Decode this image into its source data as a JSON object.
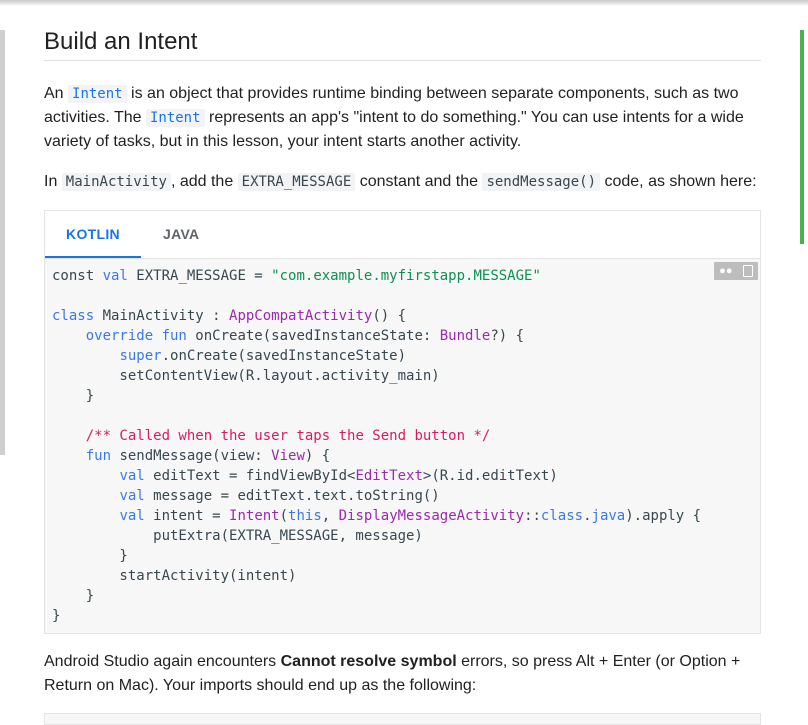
{
  "heading": "Build an Intent",
  "intro": {
    "t1": "An ",
    "c1": "Intent",
    "t2": " is an object that provides runtime binding between separate components, such as two activities. The ",
    "c2": "Intent",
    "t3": " represents an app's \"intent to do something.\" You can use intents for a wide variety of tasks, but in this lesson, your intent starts another activity."
  },
  "instruction": {
    "t1": "In ",
    "c1": "MainActivity",
    "t2": ", add the ",
    "c2": "EXTRA_MESSAGE",
    "t3": " constant and the ",
    "c3": "sendMessage()",
    "t4": " code, as shown here:"
  },
  "tabs": [
    {
      "label": "KOTLIN",
      "active": true
    },
    {
      "label": "JAVA",
      "active": false
    }
  ],
  "code_tools": {
    "toggle_icon": "dark-mode-toggle-icon",
    "copy_icon": "copy-icon"
  },
  "code": {
    "l1a": "const ",
    "l1b": "val",
    "l1c": " EXTRA_MESSAGE = ",
    "l1d": "\"com.example.myfirstapp.MESSAGE\"",
    "l3a": "class",
    "l3b": " MainActivity : ",
    "l3c": "AppCompatActivity",
    "l3d": "() {",
    "l4a": "    ",
    "l4b": "override fun",
    "l4c": " onCreate(savedInstanceState: ",
    "l4d": "Bundle",
    "l4e": "?) {",
    "l5a": "        ",
    "l5b": "super",
    "l5c": ".onCreate(savedInstanceState)",
    "l6": "        setContentView(R.layout.activity_main)",
    "l7": "    }",
    "l9a": "    ",
    "l9b": "/** Called when the user taps the Send button */",
    "l10a": "    ",
    "l10b": "fun",
    "l10c": " sendMessage(view: ",
    "l10d": "View",
    "l10e": ") {",
    "l11a": "        ",
    "l11b": "val",
    "l11c": " editText = findViewById<",
    "l11d": "EditText",
    "l11e": ">(R.id.editText)",
    "l12a": "        ",
    "l12b": "val",
    "l12c": " message = editText.text.toString()",
    "l13a": "        ",
    "l13b": "val",
    "l13c": " intent = ",
    "l13d": "Intent",
    "l13e": "(",
    "l13f": "this",
    "l13g": ", ",
    "l13h": "DisplayMessageActivity",
    "l13i": "::",
    "l13j": "class",
    "l13k": ".",
    "l13l": "java",
    "l13m": ").apply {",
    "l14": "            putExtra(EXTRA_MESSAGE, message)",
    "l15": "        }",
    "l16": "        startActivity(intent)",
    "l17": "    }",
    "l18": "}"
  },
  "followup": {
    "t1": "Android Studio again encounters ",
    "b1": "Cannot resolve symbol",
    "t2": " errors, so press Alt + Enter (or Option + Return on Mac). Your imports should end up as the following:"
  }
}
